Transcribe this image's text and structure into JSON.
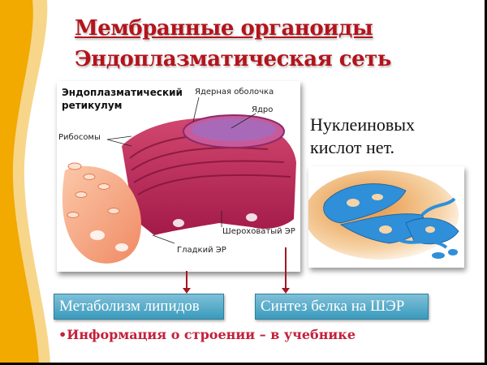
{
  "title": {
    "line1": "Мембранные органоиды",
    "line2": "Эндоплазматическая сеть"
  },
  "main_image": {
    "heading_line1": "Эндоплазматический",
    "heading_line2": "ретикулум",
    "labels": {
      "nuclear_envelope": "Ядерная оболочка",
      "nucleus": "Ядро",
      "ribosomes": "Рибосомы",
      "rough_er": "Шероховатый ЭР",
      "smooth_er": "Гладкий ЭР"
    }
  },
  "side_text": {
    "line1": "Нуклеиновых",
    "line2": "кислот нет."
  },
  "boxes": {
    "lipid": "Метаболизм липидов",
    "protein": "Синтез белка на ШЭР"
  },
  "bullet": "•Информация о строении – в учебнике",
  "colors": {
    "title": "#b3141c",
    "accent_orange": "#f2a900",
    "accent_light": "#f7d68a",
    "box_blue": "#4aa6c6",
    "arrow": "#a31822",
    "bullet": "#c4203a"
  }
}
